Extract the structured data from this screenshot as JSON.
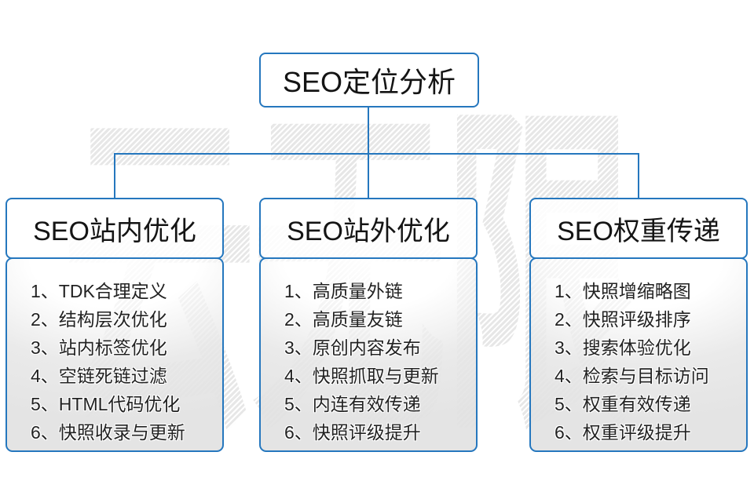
{
  "diagram": {
    "root": {
      "title": "SEO定位分析"
    },
    "watermark": "云无限",
    "columns": [
      {
        "title": "SEO站内优化",
        "items": [
          "1、TDK合理定义",
          "2、结构层次优化",
          "3、站内标签优化",
          "4、空链死链过滤",
          "5、HTML代码优化",
          "6、快照收录与更新"
        ]
      },
      {
        "title": "SEO站外优化",
        "items": [
          "1、高质量外链",
          "2、高质量友链",
          "3、原创内容发布",
          "4、快照抓取与更新",
          "5、内连有效传递",
          "6、快照评级提升"
        ]
      },
      {
        "title": "SEO权重传递",
        "items": [
          "1、快照增缩略图",
          "2、快照评级排序",
          "3、搜索体验优化",
          "4、检索与目标访问",
          "5、权重有效传递",
          "6、权重评级提升"
        ]
      }
    ],
    "colors": {
      "accent_blue": "#2577be",
      "text_dark": "#141414",
      "watermark_gray": "#e7e7e7"
    }
  }
}
